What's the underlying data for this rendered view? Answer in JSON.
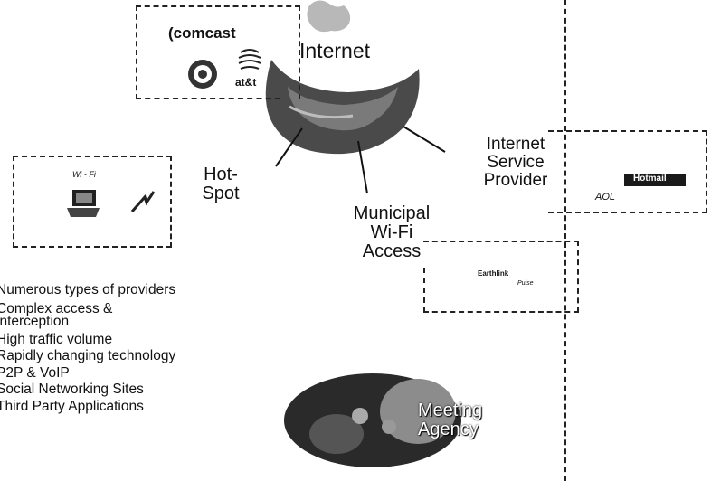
{
  "diagram": {
    "center_label": "Internet",
    "hotspot_label": [
      "Hot-",
      "Spot"
    ],
    "municipal_label": [
      "Municipal",
      "Wi-Fi",
      "Access"
    ],
    "isp_label": [
      "Internet",
      "Service",
      "Provider"
    ]
  },
  "providers": {
    "comcast": "(comcast",
    "att": "at&t",
    "wifi": "Wi - Fi",
    "earthlink": "Earthlink",
    "earthlink_sub": "Pulse",
    "isp_badge": "Hotmail",
    "isp_small": "AOL"
  },
  "bullets": [
    "Numerous types of providers",
    "Complex access &",
    "interception",
    "High traffic volume",
    "Rapidly changing technology",
    "P2P & VoIP",
    "Social Networking Sites",
    "Third Party Applications"
  ],
  "agency": {
    "text_line1": "Meeting",
    "text_line2": "Agency"
  },
  "colors": {
    "ink": "#111111",
    "dash": "#222222",
    "photo_dark": "#2a2a2a"
  }
}
